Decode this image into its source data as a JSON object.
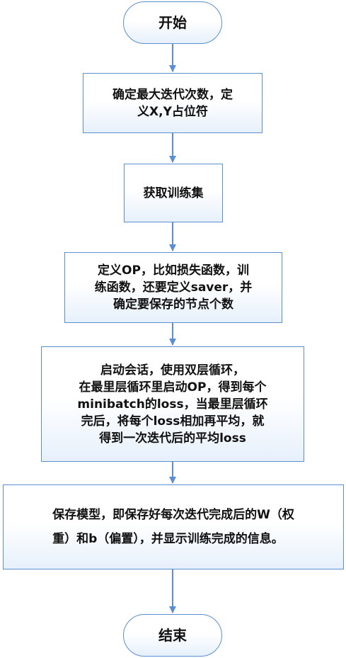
{
  "flowchart": {
    "start": "开始",
    "steps": [
      [
        "确定最大迭代次数，定",
        "义X,Y占位符"
      ],
      [
        "获取训练集"
      ],
      [
        "定义OP，比如损失函数，训",
        "练函数，还要定义saver，并",
        "确定要保存的节点个数"
      ],
      [
        "启动会话，使用双层循环，",
        "在最里层循环里启动OP，得到每个",
        "minibatch的loss，当最里层循环",
        "完后，将每个loss相加再平均，就",
        "得到一次迭代后的平均loss"
      ],
      [
        "保存模型，即保存好每次迭代完成后的W（权",
        "重）和b（偏置），并显示训练完成的信息。"
      ]
    ],
    "end": "结束"
  },
  "colors": {
    "border": "#5b8fd0",
    "arrow": "#5b8fd0",
    "fill_bottom": "#e6f0fb",
    "text": "#111111"
  }
}
